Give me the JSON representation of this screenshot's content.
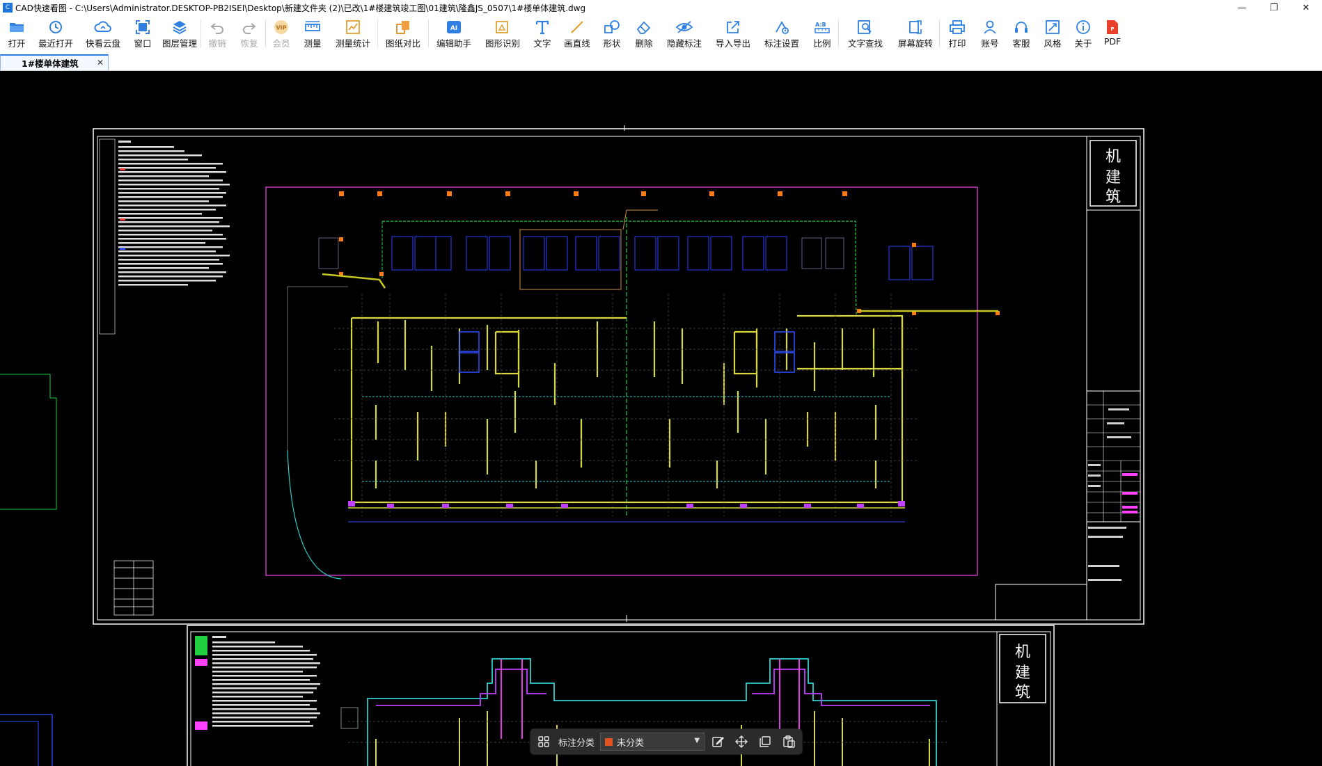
{
  "window": {
    "title": "CAD快速看图 - C:\\Users\\Administrator.DESKTOP-PB2ISEI\\Desktop\\新建文件夹 (2)\\已改\\1#楼建筑竣工图\\01建筑\\隆鑫JS_0507\\1#楼单体建筑.dwg",
    "controls": {
      "minimize": "—",
      "restore": "❐",
      "close": "✕"
    }
  },
  "toolbar": {
    "items": [
      {
        "id": "open",
        "label": "打开",
        "icon": "folder-icon",
        "enabled": true
      },
      {
        "id": "recent",
        "label": "最近打开",
        "icon": "history-icon",
        "enabled": true
      },
      {
        "id": "cloud",
        "label": "快看云盘",
        "icon": "cloud-icon",
        "enabled": true
      },
      {
        "id": "window",
        "label": "窗口",
        "icon": "window-icon",
        "enabled": true
      },
      {
        "id": "layers",
        "label": "图层管理",
        "icon": "layers-icon",
        "enabled": true
      },
      {
        "id": "undo",
        "label": "撤销",
        "icon": "undo-icon",
        "enabled": false
      },
      {
        "id": "redo",
        "label": "恢复",
        "icon": "redo-icon",
        "enabled": false
      },
      {
        "id": "vip",
        "label": "会员",
        "icon": "vip-icon",
        "enabled": false
      },
      {
        "id": "measure",
        "label": "测量",
        "icon": "ruler-icon",
        "enabled": true
      },
      {
        "id": "measure-stats",
        "label": "测量统计",
        "icon": "stats-icon",
        "enabled": true
      },
      {
        "id": "compare",
        "label": "图纸对比",
        "icon": "compare-icon",
        "enabled": true
      },
      {
        "id": "edit-helper",
        "label": "编辑助手",
        "icon": "edit-helper-icon",
        "enabled": true
      },
      {
        "id": "shape-recog",
        "label": "图形识别",
        "icon": "shape-recognition-icon",
        "enabled": true
      },
      {
        "id": "text",
        "label": "文字",
        "icon": "text-icon",
        "enabled": true
      },
      {
        "id": "line",
        "label": "画直线",
        "icon": "line-icon",
        "enabled": true
      },
      {
        "id": "shape",
        "label": "形状",
        "icon": "shape-icon",
        "enabled": true
      },
      {
        "id": "delete",
        "label": "删除",
        "icon": "eraser-icon",
        "enabled": true
      },
      {
        "id": "hide-ann",
        "label": "隐藏标注",
        "icon": "eye-icon",
        "enabled": true
      },
      {
        "id": "import-export",
        "label": "导入导出",
        "icon": "export-icon",
        "enabled": true
      },
      {
        "id": "ann-settings",
        "label": "标注设置",
        "icon": "settings-icon",
        "enabled": true
      },
      {
        "id": "scale",
        "label": "比例",
        "icon": "scale-icon",
        "enabled": true
      },
      {
        "id": "find-text",
        "label": "文字查找",
        "icon": "find-text-icon",
        "enabled": true
      },
      {
        "id": "rotate",
        "label": "屏幕旋转",
        "icon": "rotate-icon",
        "enabled": true
      },
      {
        "id": "print",
        "label": "打印",
        "icon": "printer-icon",
        "enabled": true
      },
      {
        "id": "account",
        "label": "账号",
        "icon": "user-icon",
        "enabled": true
      },
      {
        "id": "service",
        "label": "客服",
        "icon": "headset-icon",
        "enabled": true
      },
      {
        "id": "style",
        "label": "风格",
        "icon": "style-icon",
        "enabled": true
      },
      {
        "id": "about",
        "label": "关于",
        "icon": "info-icon",
        "enabled": true
      },
      {
        "id": "pdf",
        "label": "PDF",
        "icon": "pdf-icon",
        "enabled": true
      }
    ],
    "accent": "#2f80e0"
  },
  "tabs": [
    {
      "label": "1#楼单体建筑",
      "close": "✕",
      "active": true
    }
  ],
  "annotation_bar": {
    "category_label": "标注分类",
    "selected_value": "未分类",
    "swatch_color": "#e0531e",
    "buttons": [
      "edit-icon",
      "move-icon",
      "copy-icon",
      "paste-icon"
    ]
  },
  "drawing": {
    "stamp_text": "机建筑"
  }
}
